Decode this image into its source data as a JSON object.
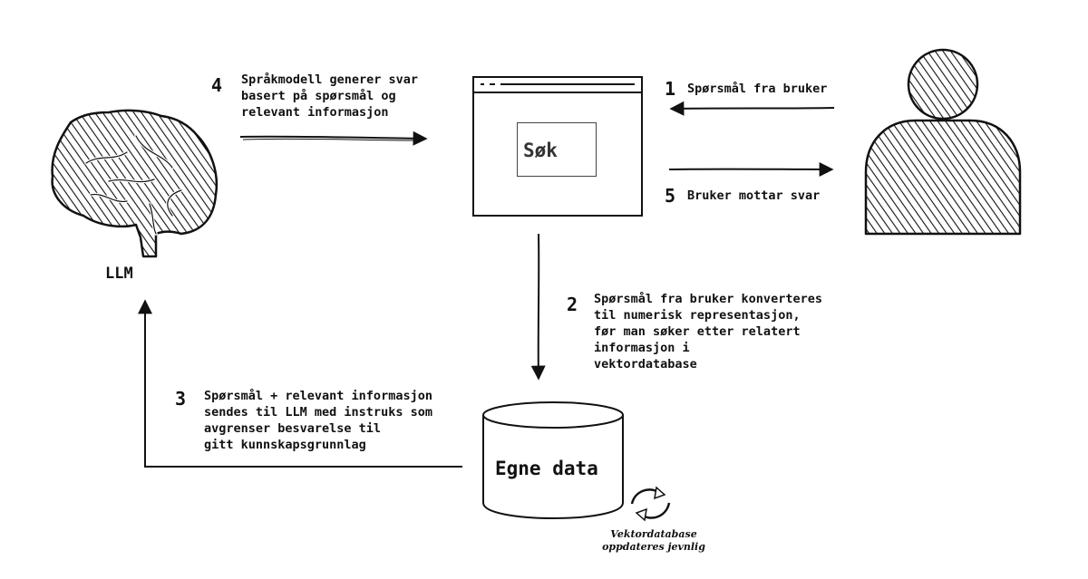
{
  "llm_label": "LLM",
  "search": {
    "text": "Søk"
  },
  "steps": [
    {
      "number": "1",
      "text": "Spørsmål fra bruker"
    },
    {
      "number": "2",
      "lines": [
        "Spørsmål fra bruker konverteres",
        "til numerisk representasjon,",
        "før man søker etter relatert",
        "informasjon i",
        "vektordatabase"
      ]
    },
    {
      "number": "3",
      "lines": [
        "Spørsmål + relevant informasjon",
        "sendes til LLM med instruks som",
        "avgrenser besvarelse til",
        "gitt kunnskapsgrunnlag"
      ]
    },
    {
      "number": "4",
      "lines": [
        "Språkmodell generer svar",
        "basert på spørsmål og",
        "relevant informasjon"
      ]
    },
    {
      "number": "5",
      "text": "Bruker mottar svar"
    }
  ],
  "database": {
    "label": "Egne data",
    "note_lines": [
      "Vektordatabase",
      "oppdateres jevnlig"
    ]
  },
  "colors": {
    "ink": "#111111",
    "accent": "#2b7de9"
  },
  "icons": [
    "brain-icon",
    "person-icon",
    "browser-window-icon",
    "search-magnifier-icon",
    "database-cylinder-icon",
    "refresh-icon"
  ]
}
